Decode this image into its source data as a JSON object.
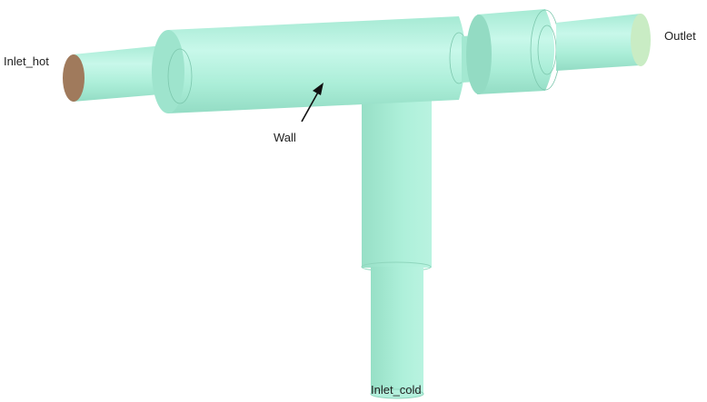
{
  "diagram": {
    "type": "3d-cad-geometry",
    "description": "T-junction pipe mixing geometry",
    "colors": {
      "pipe_body": "#a8ecd6",
      "pipe_light": "#c9f7ea",
      "pipe_shadow": "#8fd9c0",
      "edge_line": "#7cc7ad",
      "inlet_hot_face": "#a07a5c",
      "outlet_face": "#c9ecc4",
      "arrow": "#111111"
    },
    "labels": {
      "inlet_hot": "Inlet_hot",
      "outlet": "Outlet",
      "wall": "Wall",
      "inlet_cold": "Inlet_cold"
    }
  }
}
